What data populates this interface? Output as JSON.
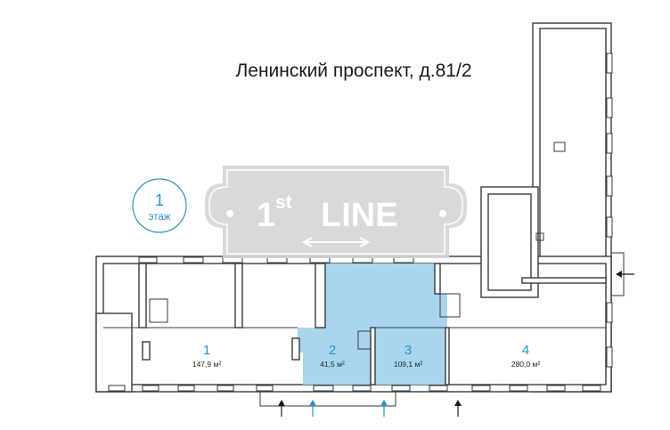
{
  "title": "Ленинский проспект, д.81/2",
  "floor_badge": {
    "number": "1",
    "label": "этаж"
  },
  "line_badge": {
    "superscript": "st",
    "number": "1",
    "word": "LINE"
  },
  "rooms": [
    {
      "number": "1",
      "area": "147,9 м²",
      "highlighted": false
    },
    {
      "number": "2",
      "area": "41,5 м²",
      "highlighted": true
    },
    {
      "number": "3",
      "area": "109,1 м²",
      "highlighted": true
    },
    {
      "number": "4",
      "area": "280,0 м²",
      "highlighted": false
    }
  ],
  "colors": {
    "highlight_fill": "#a9d5ee",
    "accent": "#2e8fc9",
    "badge_bg": "#d6d6d6",
    "wall": "#3a3a3a"
  }
}
